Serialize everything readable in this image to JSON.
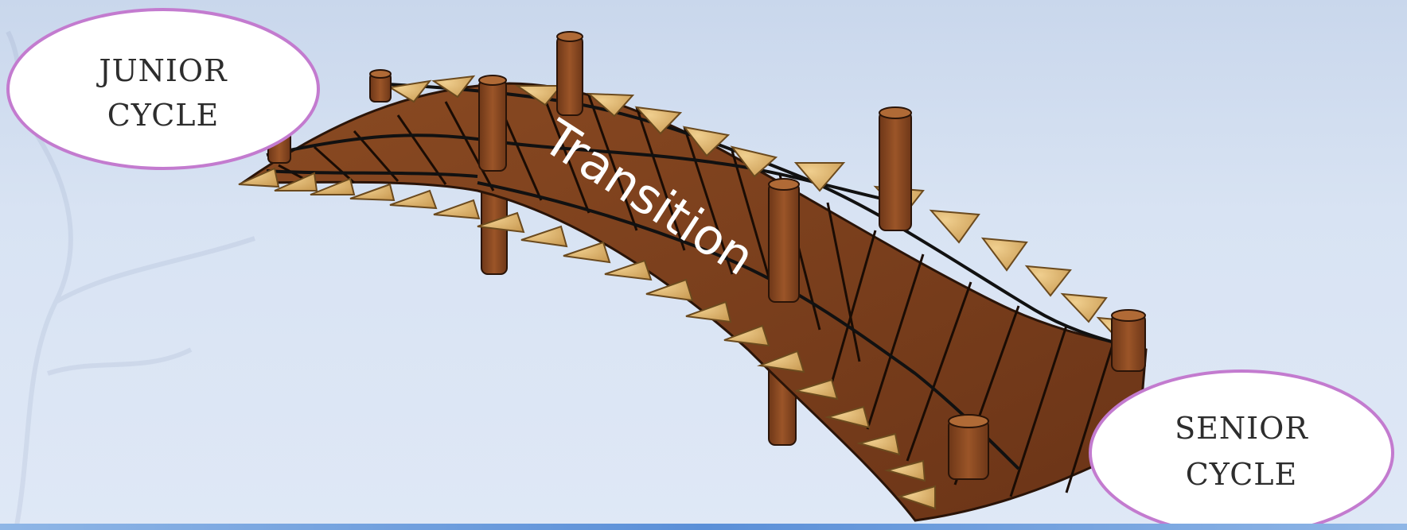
{
  "bridge": {
    "title": "Transition"
  },
  "start": {
    "line1": "JUNIOR",
    "line2": "CYCLE"
  },
  "end": {
    "line1": "SENIOR",
    "line2": "CYCLE"
  },
  "colors": {
    "background_top": "#c9d7ec",
    "background_bottom": "#dfe8f6",
    "deck": "#7a3f1c",
    "deck_dark": "#5a2c12",
    "post": "#8b4a22",
    "plank_tip": "#d9b06b",
    "oval_border": "#c37bcf",
    "rope": "#1a1a1a"
  }
}
